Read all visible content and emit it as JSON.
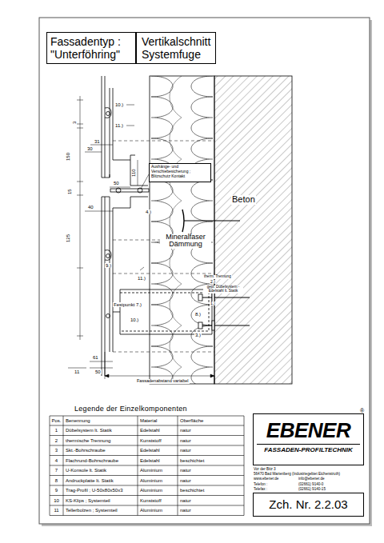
{
  "diagram": {
    "nodes": [
      {
        "text": [
          "Fassadentyp : \"Unterföhring\""
        ]
      },
      {
        "text": [
          "Vertikalschnitt Systemfuge"
        ]
      },
      {
        "text": [
          "Aushänge- und Verschiebesicherung ; Blitzschutz Kontakt"
        ]
      },
      {
        "text": [
          "EBENER",
          "FASSADEN-PROFILTECHNIK"
        ]
      },
      {
        "text": [
          "Zch. Nr. 2.2.03"
        ]
      }
    ],
    "labels": [
      "10.)",
      "11.)",
      "3",
      "150",
      "31",
      "30",
      "50",
      "110",
      "15",
      "40",
      "4.)",
      "125",
      "9.)",
      "11.)",
      "Mineralfaser Dämmung",
      "Beton",
      "therm. Trennung",
      "2.)",
      "gepl. Dübelsystem - Edelstahl lt. Statik",
      "1.)",
      "Festpunkt 7.)",
      "8.)",
      "10.)",
      "3.)",
      "61",
      "50",
      "11",
      "Fassadenabstand variabel",
      "®",
      "Legende der Einzelkomponenten",
      "Pos.",
      "Benennung",
      "Material",
      "Oberfläche",
      "1",
      "Dübelsystem lt. Statik",
      "Edelstahl",
      "natur",
      "2",
      "thermische Trennung",
      "Kunststoff",
      "natur",
      "3",
      "Skt.-Bohrschraube",
      "Edelstahl",
      "natur",
      "4",
      "Flachrund-Bohrschraube",
      "Edelstahl",
      "beschichtet",
      "7",
      "U-Konsole lt. Statik",
      "Aluminium",
      "natur",
      "8",
      "Andruckplatte lt. Statik",
      "Aluminium",
      "natur",
      "9",
      "Trag-Profil ; U-50x80x50x3",
      "Aluminium",
      "beschichtet",
      "10",
      "KS-Klips ; Systemteil",
      "Kunststoff",
      "natur",
      "11",
      "Tellerbolzen ; Systemteil",
      "Aluminium",
      "natur",
      "Vor der Bitz 3",
      "56470 Bad Marienberg (Industriegebiet Eichenstruth)",
      "www.ebener.de",
      "info@ebener.de",
      "Telefon :",
      "(02661) 9140-0",
      "Telefax :",
      "(02661) 9140-15"
    ]
  }
}
